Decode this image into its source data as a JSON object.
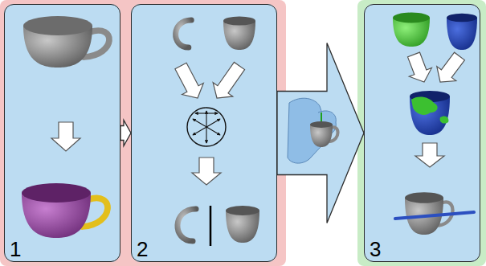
{
  "diagram": {
    "nodes": [
      {
        "text": [
          "1"
        ]
      },
      {
        "text": [
          "2"
        ]
      },
      {
        "text": [
          "3"
        ]
      }
    ],
    "edges": [
      {
        "from": 0,
        "to": 1,
        "arrow": "to"
      },
      {
        "from": 1,
        "to": 2,
        "arrow": "to"
      }
    ]
  }
}
